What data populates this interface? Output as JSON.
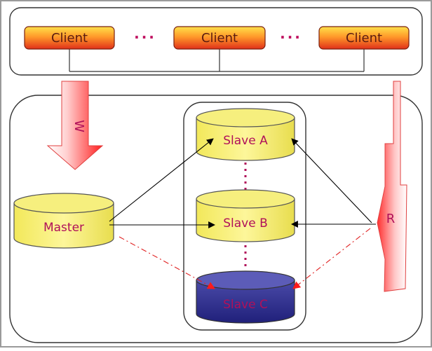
{
  "diagram": {
    "clients": [
      {
        "label": "Client"
      },
      {
        "label": "Client"
      },
      {
        "label": "Client"
      }
    ],
    "client_ellipsis": "···",
    "write_label": "W",
    "read_label": "R",
    "master": {
      "label": "Master"
    },
    "slaves": [
      {
        "label": "Slave A",
        "state": "active"
      },
      {
        "label": "Slave B",
        "state": "active"
      },
      {
        "label": "Slave C",
        "state": "offline"
      }
    ],
    "colors": {
      "client_fill_top": "#ffd23a",
      "client_fill_bottom": "#e0401a",
      "db_yellow": "#f8f27a",
      "db_yellow_dark": "#d8cf3e",
      "db_blue_top": "#5a5ab8",
      "db_blue_bottom": "#2a2a88",
      "arrow_red": "#ff2a2a",
      "dashed_red": "#e02020",
      "label_magenta": "#b0105a"
    }
  }
}
